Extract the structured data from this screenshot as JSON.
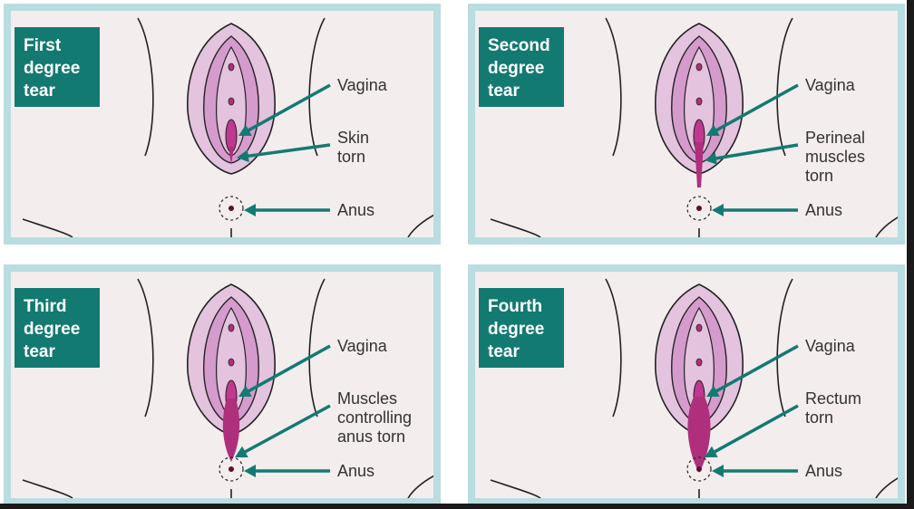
{
  "colors": {
    "panel_bg": "#f3eded",
    "panel_border": "#b9dde0",
    "badge_bg": "#137a72",
    "arrow": "#137a72",
    "tissue_light": "#e4c3de",
    "tissue_mid": "#d49bcc",
    "tissue_dark": "#c0388f",
    "tear": "#b02f7d"
  },
  "panels": [
    {
      "title": [
        "First",
        "degree",
        "tear"
      ],
      "labels": [
        {
          "lines": [
            "Vagina"
          ]
        },
        {
          "lines": [
            "Skin",
            "torn"
          ]
        },
        {
          "lines": [
            "Anus"
          ]
        }
      ]
    },
    {
      "title": [
        "Second",
        "degree",
        "tear"
      ],
      "labels": [
        {
          "lines": [
            "Vagina"
          ]
        },
        {
          "lines": [
            "Perineal",
            "muscles",
            "torn"
          ]
        },
        {
          "lines": [
            "Anus"
          ]
        }
      ]
    },
    {
      "title": [
        "Third",
        "degree",
        "tear"
      ],
      "labels": [
        {
          "lines": [
            "Vagina"
          ]
        },
        {
          "lines": [
            "Muscles",
            "controlling",
            "anus torn"
          ]
        },
        {
          "lines": [
            "Anus"
          ]
        }
      ]
    },
    {
      "title": [
        "Fourth",
        "degree",
        "tear"
      ],
      "labels": [
        {
          "lines": [
            "Vagina"
          ]
        },
        {
          "lines": [
            "Rectum",
            "torn"
          ]
        },
        {
          "lines": [
            "Anus"
          ]
        }
      ]
    }
  ]
}
